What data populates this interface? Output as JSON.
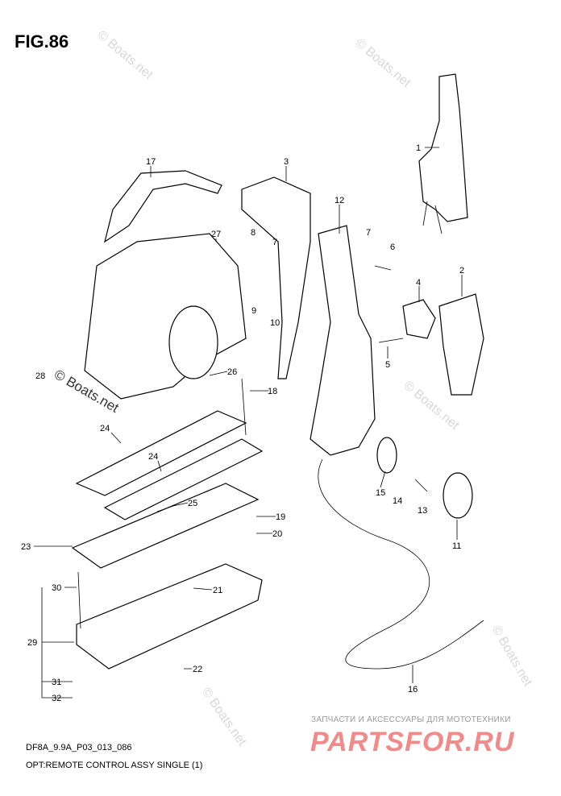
{
  "figure": {
    "title": "FIG.86",
    "code": "DF8A_9.9A_P03_013_086",
    "description": "OPT:REMOTE CONTROL ASSY SINGLE (1)"
  },
  "watermark": "© Boats.net",
  "brand": {
    "tagline": "ЗАПЧАСТИ И АКСЕССУАРЫ ДЛЯ МОТОТЕХНИКИ",
    "name": "PARTSFOR.RU",
    "color": "#f28a8a"
  },
  "callouts": [
    "1",
    "17",
    "3",
    "27",
    "8",
    "7",
    "12",
    "7",
    "6",
    "2",
    "4",
    "9",
    "10",
    "5",
    "26",
    "18",
    "28",
    "24",
    "24",
    "25",
    "19",
    "20",
    "15",
    "14",
    "13",
    "11",
    "23",
    "30",
    "21",
    "29",
    "22",
    "31",
    "32",
    "16"
  ]
}
